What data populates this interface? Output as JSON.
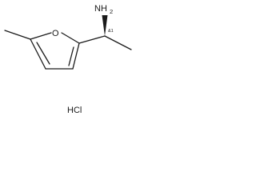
{
  "molecule": {
    "amine_label": "NH",
    "amine_subscript": "2",
    "ring_oxygen_label": "O",
    "stereo_label": "&1",
    "salt_label": "HCl"
  }
}
